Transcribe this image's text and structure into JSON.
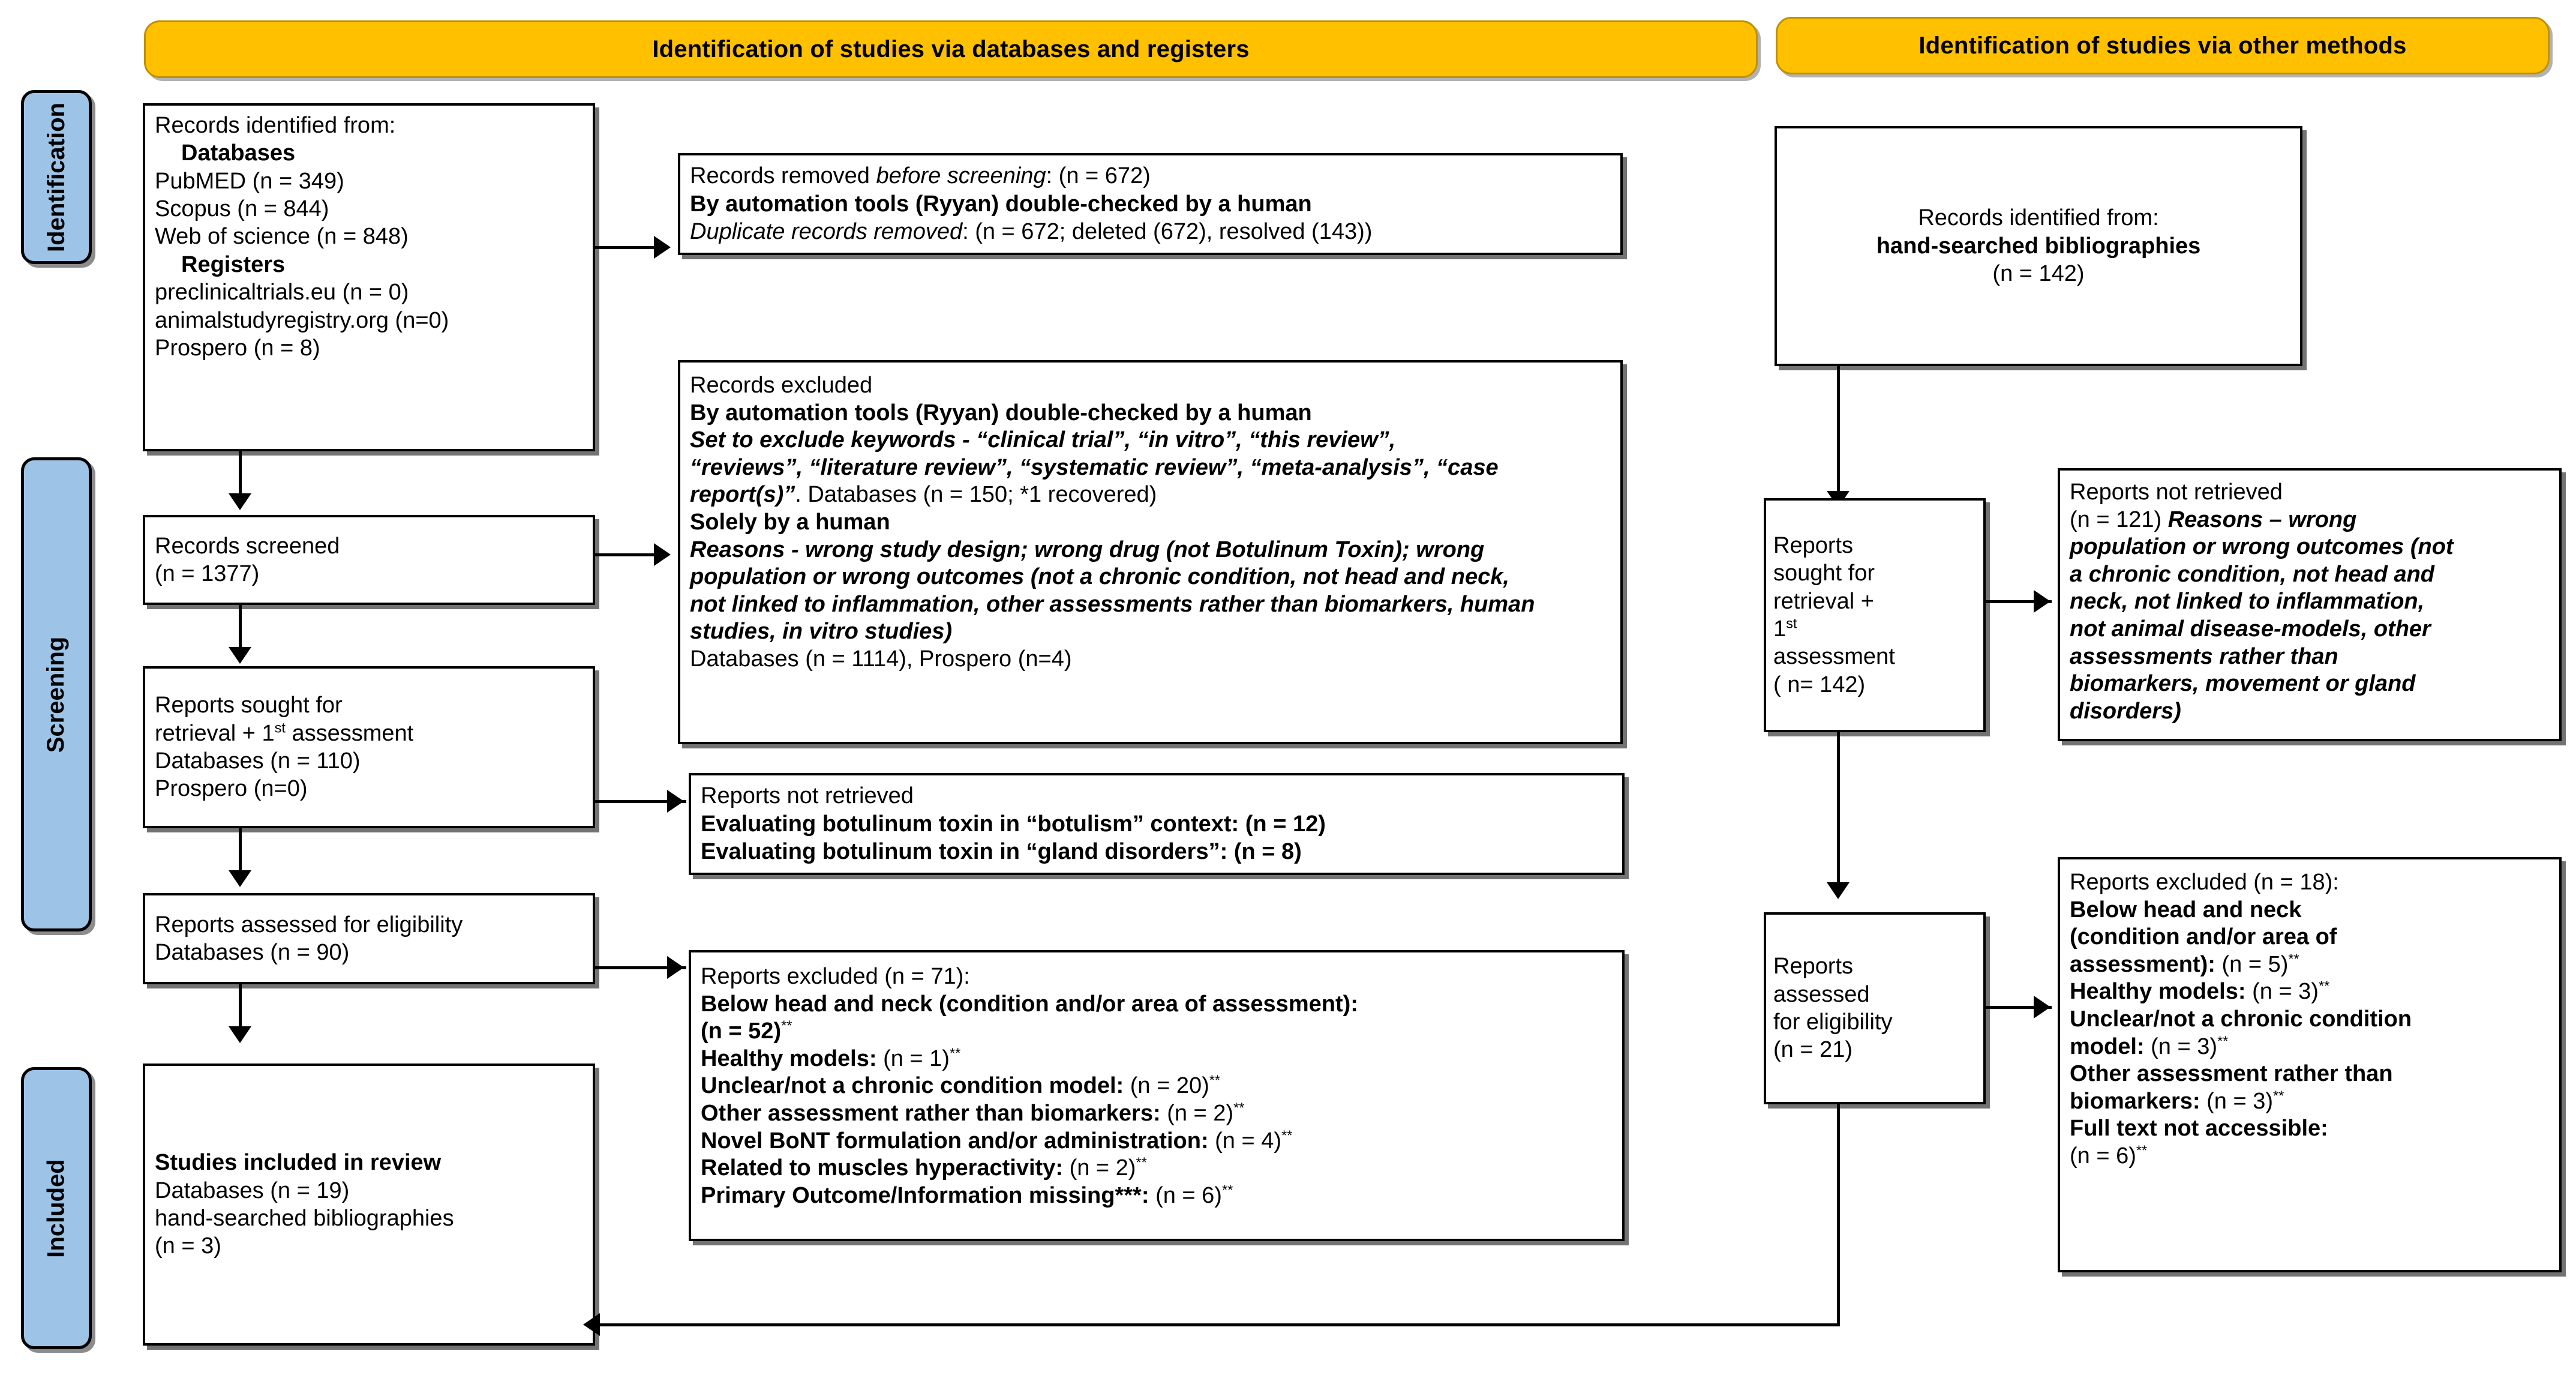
{
  "headers": {
    "databases": "Identification of studies via databases and registers",
    "other": "Identification of studies via other methods"
  },
  "phases": {
    "identification": "Identification",
    "screening": "Screening",
    "included": "Included"
  },
  "db_column": {
    "identified": {
      "line1": "Records identified from:",
      "databases_label": "Databases",
      "pubmed": "PubMED (n = 349)",
      "scopus": "Scopus (n = 844)",
      "wos": "Web of science (n = 848)",
      "registers_label": "Registers",
      "preclinicaltrials": "preclinicaltrials.eu (n = 0)",
      "animalstudyregistry": "animalstudyregistry.org (n=0)",
      "prospero": "Prospero (n = 8)"
    },
    "removed": {
      "line1_pre": "Records removed ",
      "line1_italic": "before screening",
      "line1_post": ": (n = 672)",
      "line2": "By automation tools (Ryyan) double-checked by a human",
      "line3_italic": "Duplicate records removed",
      "line3_post": ": (n = 672; deleted (672), resolved (143))"
    },
    "screened": {
      "line1": "Records screened",
      "line2": "(n = 1377)"
    },
    "excluded": {
      "line1": "Records excluded",
      "line2": "By automation tools (Ryyan) double-checked by a human",
      "line3_bi": "Set to exclude keywords",
      "line3_i": " - “clinical trial”, “in vitro”, “this review”,",
      "line4_i": "“reviews”, “literature review”, “systematic review”, “meta-analysis”, “case",
      "line5_i": "report(s)”",
      "line5_post": ". Databases (n = 150; *1 recovered)",
      "line6": "Solely by a human",
      "line7_bi": "Reasons",
      "line7_i": " - wrong study design; wrong drug (not Botulinum Toxin); wrong",
      "line8_i": "population or wrong outcomes (not a chronic condition, not head and neck,",
      "line9_i": "not linked to inflammation, other assessments rather than biomarkers, human",
      "line10_i": "studies, in vitro studies)",
      "line11": "Databases (n = 1114), Prospero (n=4)"
    },
    "sought": {
      "line1": "Reports sought for",
      "line2a": "retrieval + 1",
      "line2sup": "st",
      "line2b": " assessment",
      "line3": "Databases (n = 110)",
      "line4": "Prospero (n=0)"
    },
    "not_retrieved": {
      "line1": "Reports not retrieved",
      "line2": "Evaluating botulinum toxin in “botulism” context: (n = 12)",
      "line3": "Evaluating botulinum toxin in “gland disorders”: (n = 8)"
    },
    "assessed": {
      "line1": "Reports assessed for eligibility",
      "line2": "Databases (n = 90)"
    },
    "reports_excluded": {
      "line1": "Reports excluded (n = 71):",
      "items": [
        {
          "label": "Below head and neck (condition and/or area of assessment):",
          "count": "",
          "sup": ""
        },
        {
          "label": " (n = 52)",
          "count": "",
          "sup": "**"
        },
        {
          "label": "Healthy models: ",
          "count": "(n = 1)",
          "sup": "**"
        },
        {
          "label": "Unclear/not a chronic condition model: ",
          "count": "(n = 20)",
          "sup": "**"
        },
        {
          "label": "Other assessment rather than biomarkers: ",
          "count": "(n = 2)",
          "sup": "**"
        },
        {
          "label": "Novel BoNT formulation and/or administration: ",
          "count": "(n = 4)",
          "sup": "**"
        },
        {
          "label": "Related to muscles hyperactivity: ",
          "count": "(n = 2)",
          "sup": "**"
        },
        {
          "label": "Primary Outcome/Information missing***: ",
          "count": "(n = 6)",
          "sup": "**"
        }
      ]
    },
    "included": {
      "line1": "Studies included in review",
      "line2": "Databases (n = 19)",
      "line3": "hand-searched bibliographies",
      "line4": "(n = 3)"
    }
  },
  "other_column": {
    "identified": {
      "line1": "Records identified from:",
      "line2": "hand-searched bibliographies",
      "line3": "(n = 142)"
    },
    "sought": {
      "line1": "Reports",
      "line2": "sought for",
      "line3a": "retrieval + ",
      "line4a": "1",
      "line4sup": "st",
      "line5": "assessment",
      "line6": "( n= 142)"
    },
    "not_retrieved": {
      "line1": "Reports not retrieved",
      "line2_plain": "(n = 121) ",
      "line2_bi": "Reasons",
      "line2_i": " – wrong",
      "line3_i": "population or wrong outcomes (not",
      "line4_i": "a chronic condition, not head and",
      "line5_i": "neck, not linked to inflammation,",
      "line6_i": "not animal disease-models, other",
      "line7_i": "assessments rather than",
      "line8_i": "biomarkers, movement or gland",
      "line9_i": "disorders)"
    },
    "assessed": {
      "line1": "Reports",
      "line2": "assessed",
      "line3": "for eligibility",
      "line4": "(n = 21)"
    },
    "excluded": {
      "line1": "Reports excluded (n = 18):",
      "l2": "Below head and neck",
      "l3": "(condition and/or area of",
      "l4a": "assessment): ",
      "l4b": "(n = 5)",
      "l4sup": "**",
      "l5a": "Healthy models: ",
      "l5b": "(n = 3)",
      "l5sup": "**",
      "l6": "Unclear/not a chronic condition",
      "l7a": "model: ",
      "l7b": "(n = 3)",
      "l7sup": "**",
      "l8": "Other assessment rather than",
      "l9a": "biomarkers: ",
      "l9b": "(n = 3)",
      "l9sup": "**",
      "l10": "Full text not accessible:",
      "l11": "(n = 6)",
      "l11sup": "**"
    }
  },
  "colors": {
    "header_fill": "#FFC000",
    "header_border": "#BF9000",
    "phase_fill": "#9DC3E6",
    "line": "#000000"
  }
}
